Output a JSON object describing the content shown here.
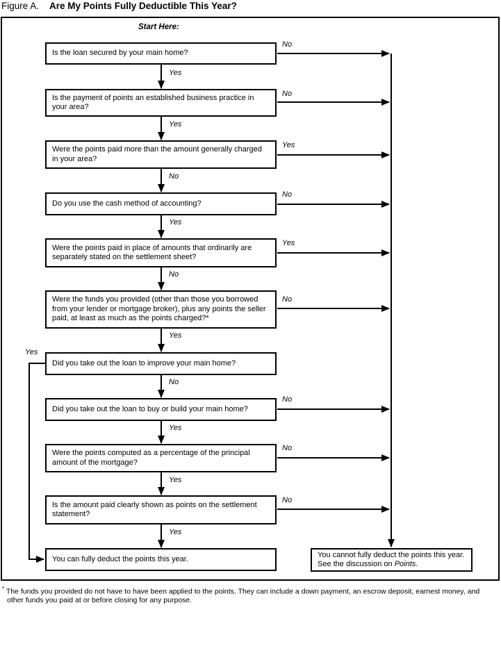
{
  "title": {
    "figure_label": "Figure A.",
    "heading": "Are My Points Fully Deductible This Year?"
  },
  "start_label": "Start Here:",
  "boxes": [
    {
      "id": "q1",
      "text": "Is the loan secured by your main home?"
    },
    {
      "id": "q2",
      "text": "Is the payment of points an established business practice in your area?"
    },
    {
      "id": "q3",
      "text": "Were the points paid more than the amount generally charged in your area?"
    },
    {
      "id": "q4",
      "text": "Do you use the cash method of accounting?"
    },
    {
      "id": "q5",
      "text": "Were the points paid in place of amounts that ordinarily are separately stated on the settlement sheet?"
    },
    {
      "id": "q6",
      "text": "Were the funds you provided (other than those you borrowed from your lender or mortgage broker), plus any points the seller paid, at least as much as the points charged?*"
    },
    {
      "id": "q7",
      "text": "Did you take out the loan to improve your main home?"
    },
    {
      "id": "q8",
      "text": "Did you take out the loan to buy or build your main home?"
    },
    {
      "id": "q9",
      "text": "Were the points computed as a percentage of the principal amount of the mortgage?"
    },
    {
      "id": "q10",
      "text": "Is the amount paid clearly shown as points on the settlement statement?"
    },
    {
      "id": "deduct",
      "text": "You can fully deduct the points this year."
    },
    {
      "id": "no-deduct",
      "text_before_italic": "You cannot fully deduct the points this year. See the discussion on ",
      "italic_term": "Points",
      "text_after_italic": "."
    }
  ],
  "edges": [
    {
      "from": "q1",
      "answer": "No",
      "to": "no-deduct"
    },
    {
      "from": "q1",
      "answer": "Yes",
      "to": "q2"
    },
    {
      "from": "q2",
      "answer": "No",
      "to": "no-deduct"
    },
    {
      "from": "q2",
      "answer": "Yes",
      "to": "q3"
    },
    {
      "from": "q3",
      "answer": "Yes",
      "to": "no-deduct"
    },
    {
      "from": "q3",
      "answer": "No",
      "to": "q4"
    },
    {
      "from": "q4",
      "answer": "No",
      "to": "no-deduct"
    },
    {
      "from": "q4",
      "answer": "Yes",
      "to": "q5"
    },
    {
      "from": "q5",
      "answer": "Yes",
      "to": "no-deduct"
    },
    {
      "from": "q5",
      "answer": "No",
      "to": "q6"
    },
    {
      "from": "q6",
      "answer": "No",
      "to": "no-deduct"
    },
    {
      "from": "q6",
      "answer": "Yes",
      "to": "q7"
    },
    {
      "from": "q7",
      "answer": "Yes",
      "to": "deduct"
    },
    {
      "from": "q7",
      "answer": "No",
      "to": "q8"
    },
    {
      "from": "q8",
      "answer": "No",
      "to": "no-deduct"
    },
    {
      "from": "q8",
      "answer": "Yes",
      "to": "q9"
    },
    {
      "from": "q9",
      "answer": "No",
      "to": "no-deduct"
    },
    {
      "from": "q9",
      "answer": "Yes",
      "to": "q10"
    },
    {
      "from": "q10",
      "answer": "No",
      "to": "no-deduct"
    },
    {
      "from": "q10",
      "answer": "Yes",
      "to": "deduct"
    }
  ],
  "footnote": {
    "marker": "*",
    "text": "The funds you provided do not have to have been applied to the points. They can include a down payment, an escrow deposit, earnest money, and other funds you paid at or before closing for any purpose."
  }
}
